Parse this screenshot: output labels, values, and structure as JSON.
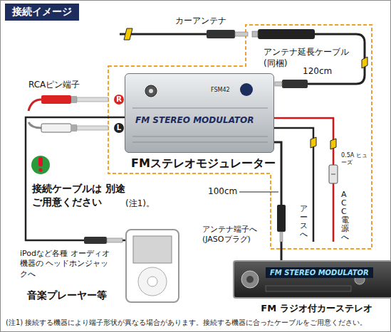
{
  "diagram": {
    "title": "接続イメージ",
    "caption": "(注1) 接続する機器により端子形状が異なる場合があります。接続する機器に合ったケーブルをご用意ください。",
    "nodes": [
      {
        "text": [
          "FMステレオモジュレーター",
          "FM STEREO MODULATOR",
          "FSM42"
        ]
      },
      {
        "text": [
          "音楽プレーヤー等"
        ]
      },
      {
        "text": [
          "FM STEREO MODULATOR",
          "FM ラジオ付カーステレオ"
        ]
      }
    ],
    "edges": [
      {
        "from": 0,
        "to": 1,
        "arrow": "none"
      },
      {
        "from": 0,
        "to": 2,
        "arrow": "none"
      }
    ],
    "labels": [
      "カーアンテナ",
      "アンテナ延長ケーブル (同梱)",
      "120cm",
      "RCAピン端子",
      "R",
      "L",
      "0.5A ヒューズ",
      "100cm",
      "アースへ",
      "ACC電源へ",
      "アンテナ端子へ (JASOプラグ)",
      "接続ケーブルは 別途ご用意ください",
      "(注1)。",
      "iPodなど各種 オーディオ機器の ヘッドホンジャックへ"
    ]
  }
}
